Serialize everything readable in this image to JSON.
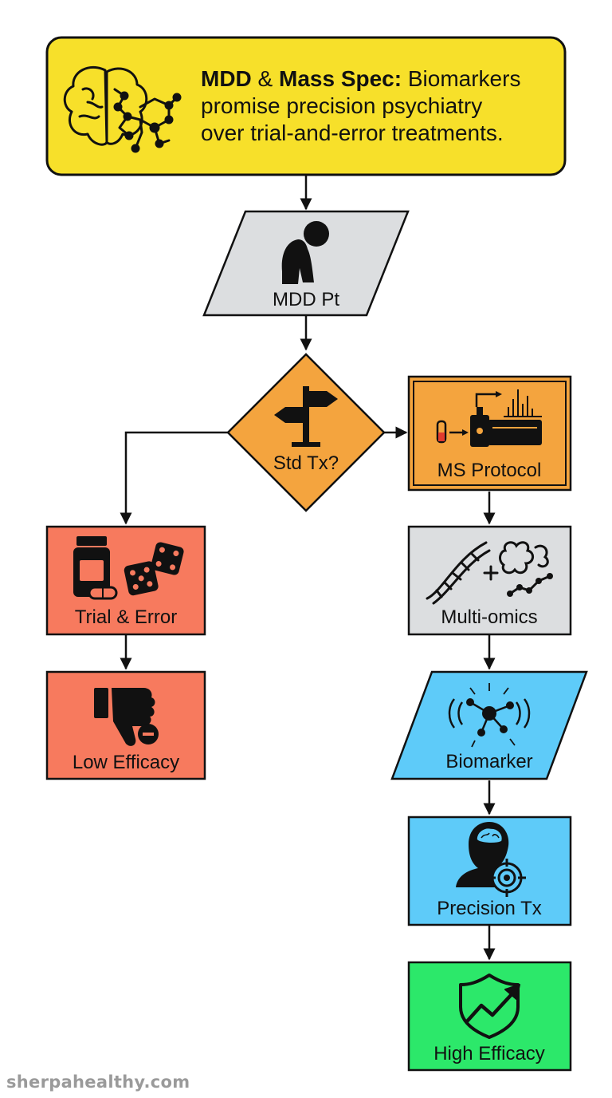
{
  "title": {
    "bold1": "MDD",
    "amp": " & ",
    "bold2": "Mass Spec:",
    "rest1": " Biomarkers",
    "line2": "promise precision psychiatry",
    "line3": "over trial-and-error treatments."
  },
  "nodes": {
    "patient": "MDD Pt",
    "decision": "Std Tx?",
    "ms_protocol": "MS Protocol",
    "multi_omics": "Multi-omics",
    "biomarker": "Biomarker",
    "precision_tx": "Precision Tx",
    "high_efficacy": "High Efficacy",
    "trial_error": "Trial & Error",
    "low_efficacy": "Low Efficacy"
  },
  "icons": {
    "title": "brain-network-icon",
    "patient": "depressed-person-icon",
    "decision": "signpost-icon",
    "ms_protocol": "mass-spectrometer-icon",
    "multi_omics": "dna-protein-icon",
    "biomarker": "molecule-signal-icon",
    "precision_tx": "head-target-icon",
    "high_efficacy": "shield-growth-icon",
    "trial_error": "pill-dice-icon",
    "low_efficacy": "thumbs-down-icon"
  },
  "colors": {
    "title_fill": "#f7e02a",
    "patient_fill": "#dcdee0",
    "decision_fill": "#f4a43e",
    "red_fill": "#f77a5e",
    "gray_fill": "#dcdee0",
    "blue_fill": "#5ecbf9",
    "green_fill": "#2ce86a"
  },
  "watermark": "sherpahealthy.com"
}
